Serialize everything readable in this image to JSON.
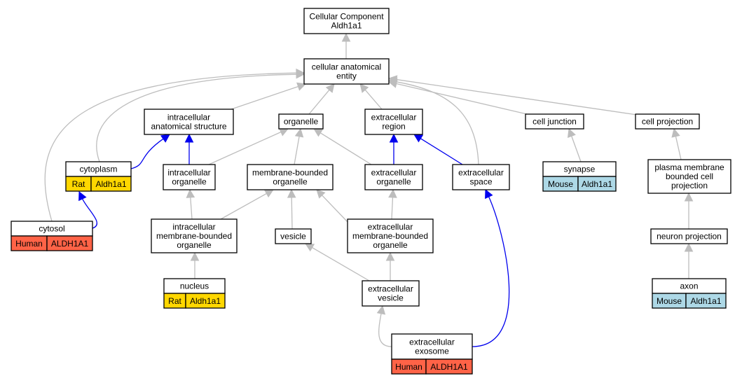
{
  "colors": {
    "human": "#ff6347",
    "rat": "#ffd700",
    "mouse": "#add8e6",
    "is_a_edge": "#bdbdbd",
    "part_of_edge": "#0000ee"
  },
  "nodes": {
    "root": [
      "Cellular Component",
      "Aldh1a1"
    ],
    "cae": [
      "cellular anatomical",
      "entity"
    ],
    "ias": [
      "intracellular",
      "anatomical structure"
    ],
    "organelle": [
      "organelle"
    ],
    "er": [
      "extracellular",
      "region"
    ],
    "cj": [
      "cell junction"
    ],
    "cp": [
      "cell projection"
    ],
    "cytoplasm": [
      "cytoplasm"
    ],
    "io": [
      "intracellular",
      "organelle"
    ],
    "mbo": [
      "membrane-bounded",
      "organelle"
    ],
    "eo": [
      "extracellular",
      "organelle"
    ],
    "es": [
      "extracellular",
      "space"
    ],
    "synapse": [
      "synapse"
    ],
    "pmbcp": [
      "plasma membrane",
      "bounded cell",
      "projection"
    ],
    "cytosol": [
      "cytosol"
    ],
    "imbo": [
      "intracellular",
      "membrane-bounded",
      "organelle"
    ],
    "vesicle": [
      "vesicle"
    ],
    "embo": [
      "extracellular",
      "membrane-bounded",
      "organelle"
    ],
    "np": [
      "neuron projection"
    ],
    "nucleus": [
      "nucleus"
    ],
    "ev": [
      "extracellular",
      "vesicle"
    ],
    "axon": [
      "axon"
    ],
    "exosome": [
      "extracellular",
      "exosome"
    ]
  },
  "annotations": {
    "cytoplasm": [
      "Rat",
      "Aldh1a1"
    ],
    "synapse": [
      "Mouse",
      "Aldh1a1"
    ],
    "cytosol": [
      "Human",
      "ALDH1A1"
    ],
    "nucleus": [
      "Rat",
      "Aldh1a1"
    ],
    "axon": [
      "Mouse",
      "Aldh1a1"
    ],
    "exosome": [
      "Human",
      "ALDH1A1"
    ]
  }
}
